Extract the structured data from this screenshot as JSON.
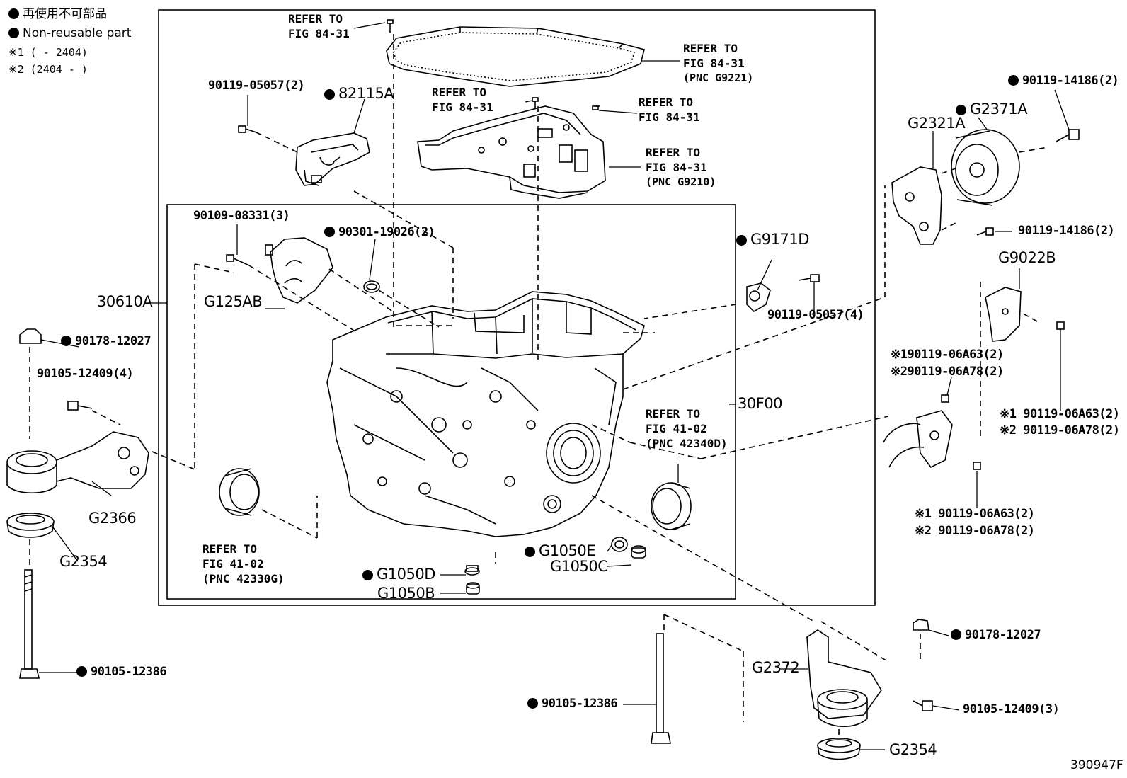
{
  "legend": {
    "jp": "再使用不可部品",
    "en": "Non-reusable part",
    "note1": "※1 (         - 2404)",
    "note2": "※2 (2404 -         )"
  },
  "figure_id": "390947F",
  "refs": {
    "r1": [
      "REFER TO",
      "FIG 84-31"
    ],
    "r2": [
      "REFER TO",
      "FIG 84-31",
      "(PNC G9221)"
    ],
    "r3": [
      "REFER TO",
      "FIG 84-31"
    ],
    "r4": [
      "REFER TO",
      "FIG 84-31"
    ],
    "r5": [
      "REFER TO",
      "FIG 84-31",
      "(PNC G9210)"
    ],
    "r6": [
      "REFER TO",
      "FIG 41-02",
      "(PNC 42340D)"
    ],
    "r7": [
      "REFER TO",
      "FIG 41-02",
      "(PNC 42330G)"
    ]
  },
  "parts": {
    "p_9011905057_top": "90119-05057(2)",
    "p_82115A": "82115A",
    "p_9010908331": "90109-08331(3)",
    "p_9030119026": "90301-19026(2)",
    "p_30610A": "30610A",
    "p_G125AB": "G125AB",
    "p_9017812027_l": "90178-12027",
    "p_9010512409_l": "90105-12409(4)",
    "p_G2366": "G2366",
    "p_G2354_l": "G2354",
    "p_9010512386_l": "90105-12386",
    "p_G9171D": "G9171D",
    "p_9011905057_r": "90119-05057(4)",
    "p_30F00": "30F00",
    "p_G1050E": "G1050E",
    "p_G1050C": "G1050C",
    "p_G1050D": "G1050D",
    "p_G1050B": "G1050B",
    "p_9011914186_t": "90119-14186(2)",
    "p_G2371A": "G2371A",
    "p_G2321A": "G2321A",
    "p_9011914186_b": "90119-14186(2)",
    "p_G9022B": "G9022B",
    "p_06a63_a": "※190119-06A63(2)",
    "p_06a78_a": "※290119-06A78(2)",
    "p_06a63_b": "※1 90119-06A63(2)",
    "p_06a78_b": "※2 90119-06A78(2)",
    "p_06a63_c": "※1 90119-06A63(2)",
    "p_06a78_c": "※2 90119-06A78(2)",
    "p_9017812027_r": "90178-12027",
    "p_G2372": "G2372",
    "p_9010512386_c": "90105-12386",
    "p_9010512409_r": "90105-12409(3)",
    "p_G2354_r": "G2354"
  }
}
